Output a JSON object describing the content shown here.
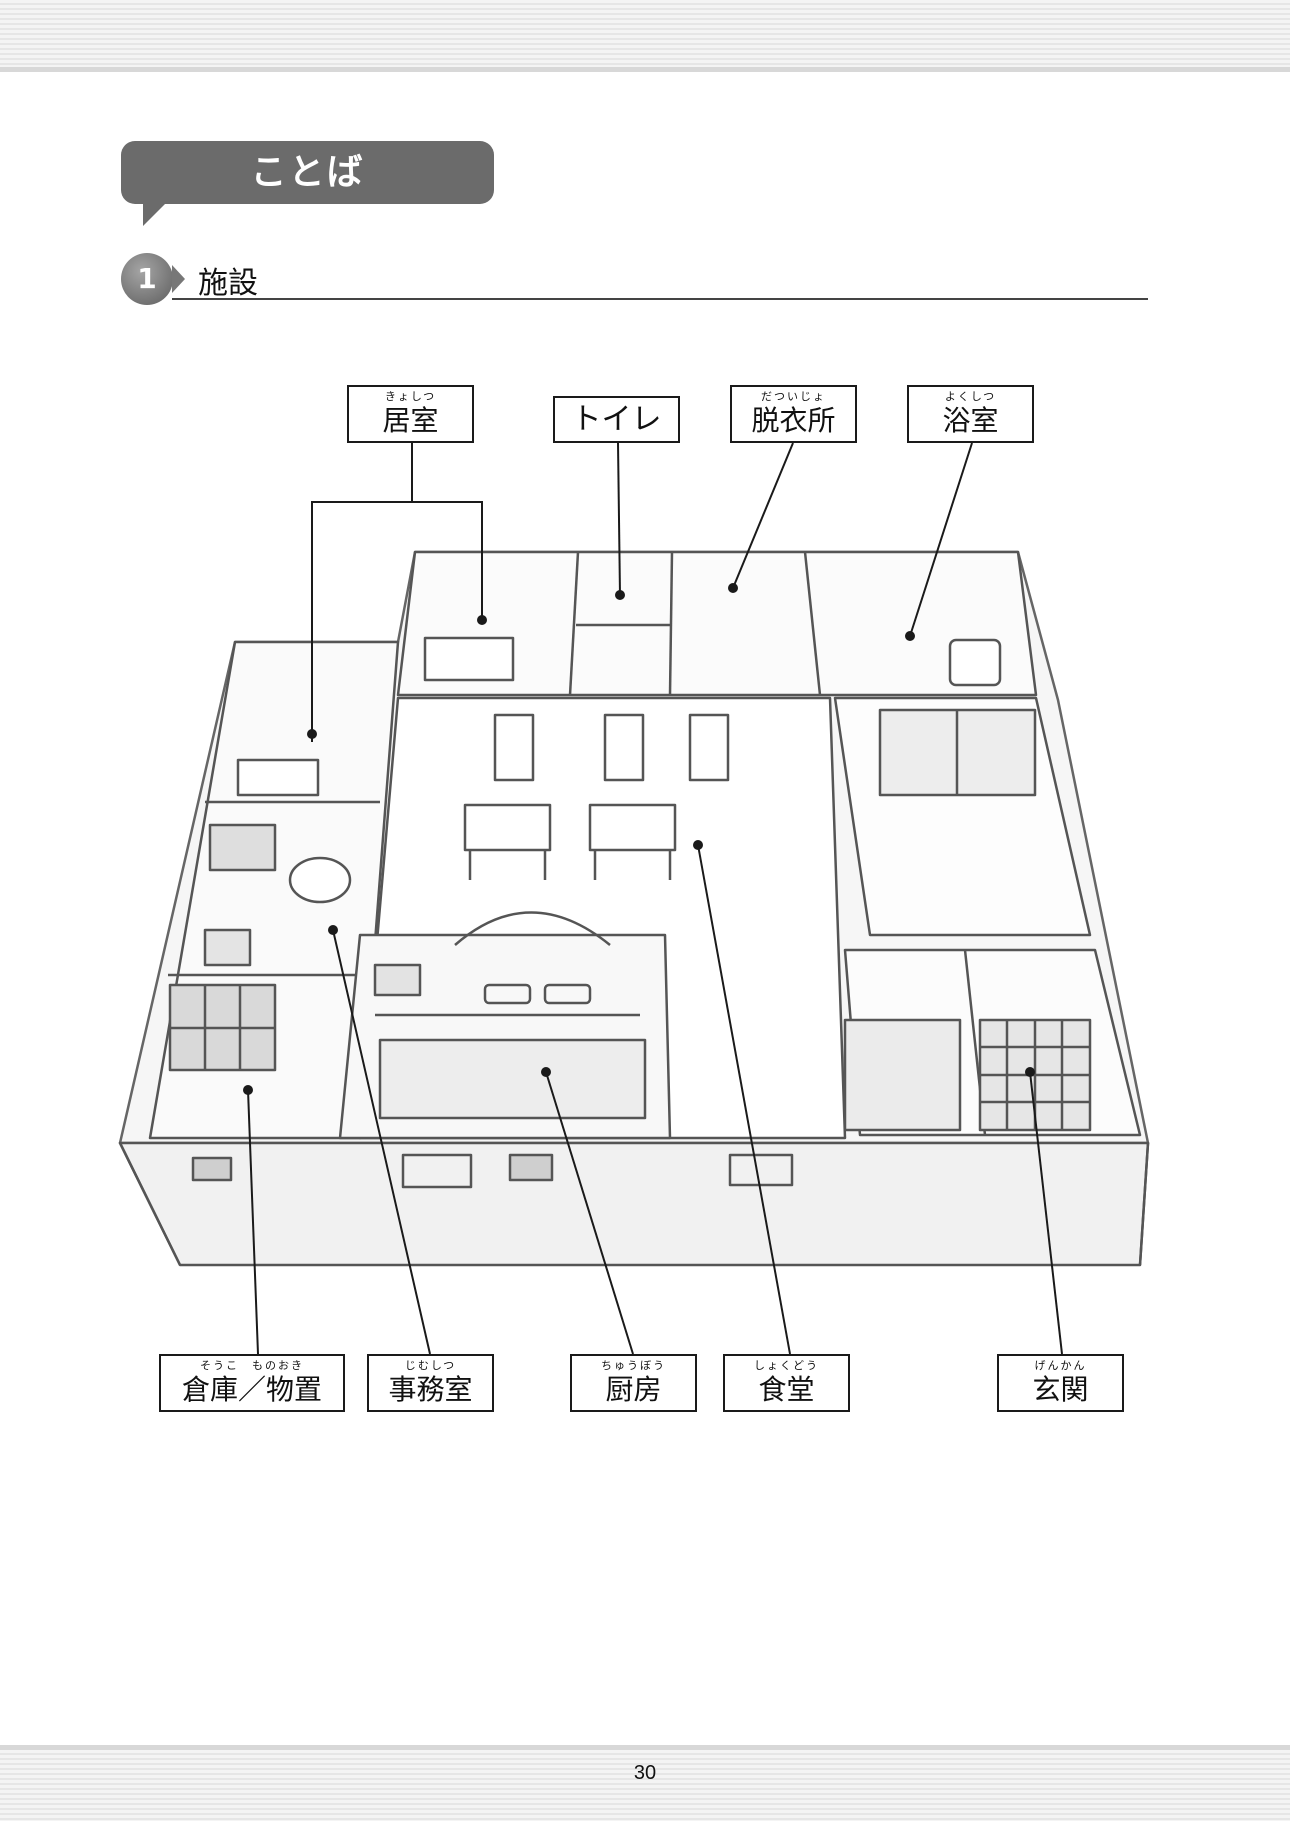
{
  "page": {
    "number": "30"
  },
  "section": {
    "title": "ことば"
  },
  "subsection": {
    "number": "1",
    "title": "施設"
  },
  "labels": {
    "kyoshitsu": {
      "ruby": "きょしつ",
      "word": "居室"
    },
    "toilet": {
      "word": "トイレ"
    },
    "datsuijo": {
      "ruby": "だついじょ",
      "word": "脱衣所"
    },
    "yokushitsu": {
      "ruby": "よくしつ",
      "word": "浴室"
    },
    "souko": {
      "ruby": "そうこ　ものおき",
      "word": "倉庫／物置"
    },
    "jimushitsu": {
      "ruby": "じむしつ",
      "word": "事務室"
    },
    "chuubou": {
      "ruby": "ちゅうぼう",
      "word": "厨房"
    },
    "shokudou": {
      "ruby": "しょくどう",
      "word": "食堂"
    },
    "genkan": {
      "ruby": "げんかん",
      "word": "玄関"
    }
  }
}
